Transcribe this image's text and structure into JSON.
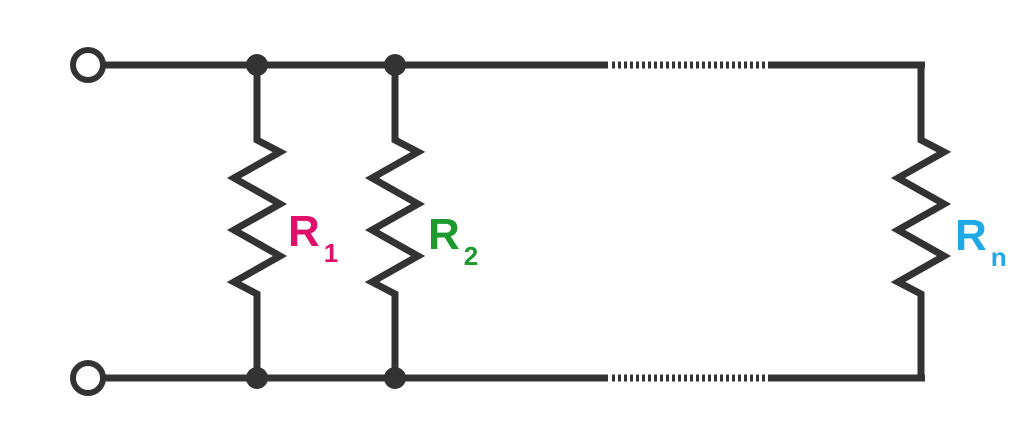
{
  "diagram": {
    "colors": {
      "wire": "#333333",
      "r1": "#e0116b",
      "r2": "#1e9a2e",
      "rn": "#1fa9e6"
    },
    "resistors": [
      {
        "main": "R",
        "sub": "1",
        "color": "#e0116b"
      },
      {
        "main": "R",
        "sub": "2",
        "color": "#1e9a2e"
      },
      {
        "main": "R",
        "sub": "n",
        "color": "#1fa9e6"
      }
    ]
  }
}
